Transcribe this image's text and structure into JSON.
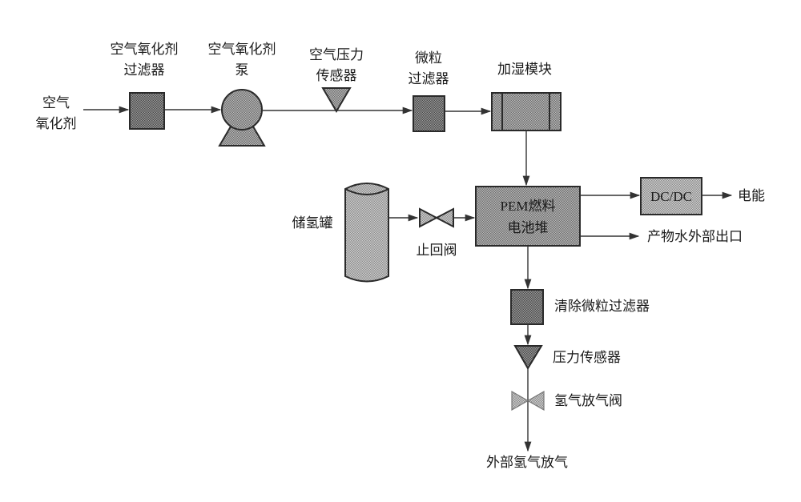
{
  "diagram": {
    "title": "PEM fuel cell system flow diagram",
    "colors": {
      "fill_dark": "#8f8f8f",
      "fill_mid": "#a8a8a8",
      "fill_light": "#c4c4c4",
      "stroke": "#2a2a2a",
      "line": "#333333"
    },
    "labels": {
      "air_input": [
        "空气",
        "氧化剂"
      ],
      "air_filter": [
        "空气氧化剂",
        "过滤器"
      ],
      "air_pump": [
        "空气氧化剂",
        "泵"
      ],
      "air_pressure_sensor": [
        "空气压力",
        "传感器"
      ],
      "particle_filter": [
        "微粒",
        "过滤器"
      ],
      "humidifier": "加湿模块",
      "hydrogen_tank": "储氢罐",
      "check_valve": "止回阀",
      "pem_stack": [
        "PEM燃料",
        "电池堆"
      ],
      "dcdc": "DC/DC",
      "electric_output": "电能",
      "water_outlet": "产物水外部出口",
      "purge_filter": "清除微粒过滤器",
      "pressure_sensor": "压力传感器",
      "purge_valve": "氢气放气阀",
      "external_purge": "外部氢气放气"
    }
  }
}
